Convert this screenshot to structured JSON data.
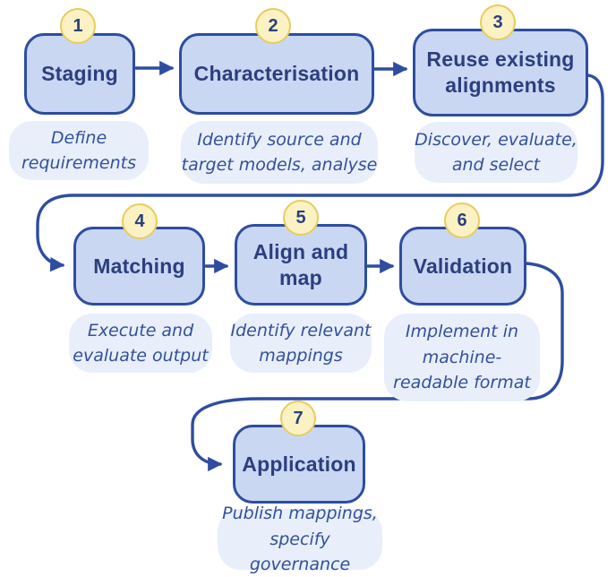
{
  "diagram": {
    "type": "flowchart",
    "description": "Seven-step ontology mapping workflow",
    "colors": {
      "box_fill": "#C9D7F3",
      "box_border": "#2E4DA0",
      "title_text": "#2B3F7E",
      "badge_fill": "#FBF2C4",
      "badge_border": "#E9CC5C",
      "caption_fill": "#E8EFFB",
      "caption_text": "#33509B",
      "arrow": "#2E4DA0",
      "background": "#FFFFFF"
    }
  },
  "steps": [
    {
      "number": "1",
      "title": "Staging",
      "caption": "Define\nrequirements"
    },
    {
      "number": "2",
      "title": "Characterisation",
      "caption": "Identify source and\ntarget models, analyse"
    },
    {
      "number": "3",
      "title": "Reuse existing\nalignments",
      "caption": "Discover, evaluate,\nand select"
    },
    {
      "number": "4",
      "title": "Matching",
      "caption": "Execute and\nevaluate output"
    },
    {
      "number": "5",
      "title": "Align and\nmap",
      "caption": "Identify relevant\nmappings"
    },
    {
      "number": "6",
      "title": "Validation",
      "caption": "Implement in\nmachine-\nreadable format"
    },
    {
      "number": "7",
      "title": "Application",
      "caption": "Publish mappings,\nspecify governance"
    }
  ],
  "connections": [
    {
      "from": "1",
      "to": "2"
    },
    {
      "from": "2",
      "to": "3"
    },
    {
      "from": "3",
      "to": "4"
    },
    {
      "from": "4",
      "to": "5"
    },
    {
      "from": "5",
      "to": "6"
    },
    {
      "from": "6",
      "to": "7"
    }
  ]
}
